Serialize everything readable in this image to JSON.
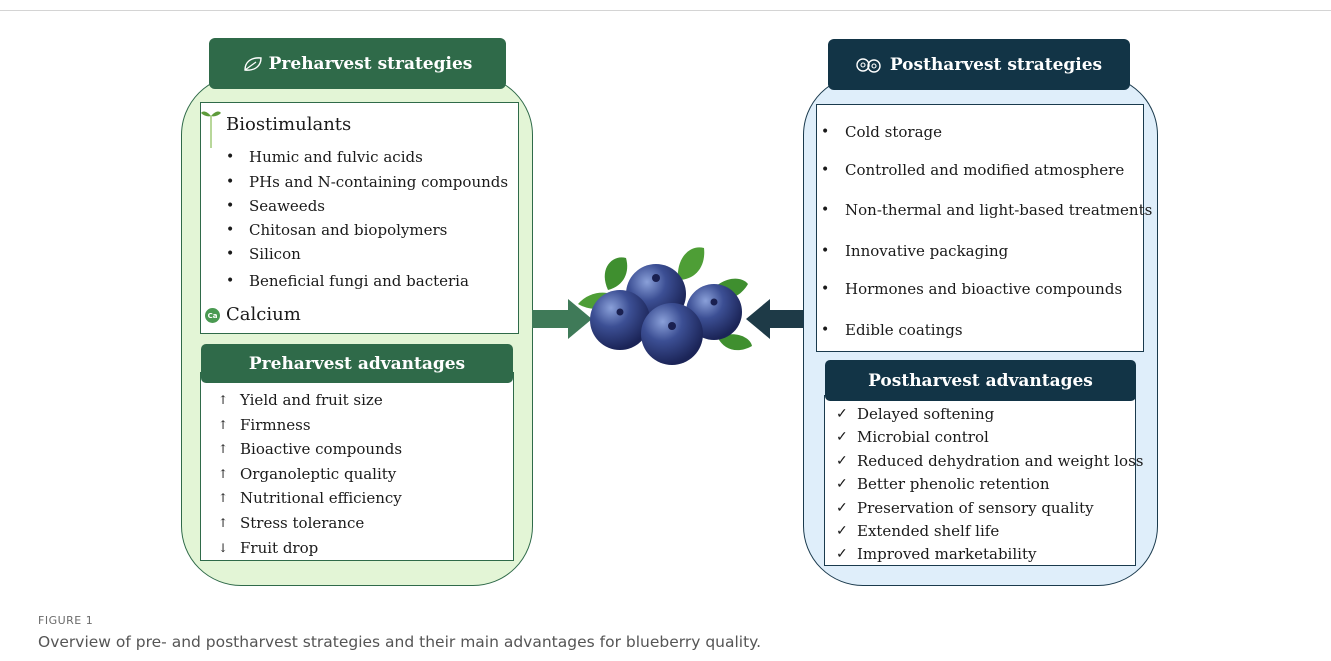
{
  "preharvest": {
    "title": "Preharvest strategies",
    "biostimulants_heading": "Biostimulants",
    "biostimulants": [
      "Humic and fulvic acids",
      "PHs and N-containing compounds",
      "Seaweeds",
      "Chitosan and biopolymers",
      "Silicon",
      "Beneficial fungi and bacteria"
    ],
    "calcium_heading": "Calcium",
    "calcium_icon_text": "Ca",
    "advantages_title": "Preharvest advantages",
    "advantages": [
      {
        "dir": "↑",
        "text": "Yield and fruit size"
      },
      {
        "dir": "↑",
        "text": "Firmness"
      },
      {
        "dir": "↑",
        "text": "Bioactive compounds"
      },
      {
        "dir": "↑",
        "text": "Organoleptic quality"
      },
      {
        "dir": "↑",
        "text": "Nutritional efficiency"
      },
      {
        "dir": "↑",
        "text": "Stress tolerance"
      },
      {
        "dir": "↓",
        "text": "Fruit drop"
      }
    ]
  },
  "postharvest": {
    "title": "Postharvest strategies",
    "strategies": [
      "Cold storage",
      "Controlled and modified atmosphere",
      "Non-thermal and light-based treatments",
      "Innovative packaging",
      "Hormones and bioactive compounds",
      "Edible coatings"
    ],
    "advantages_title": "Postharvest advantages",
    "advantages": [
      "Delayed softening",
      "Microbial control",
      "Reduced dehydration and weight loss",
      "Better phenolic retention",
      "Preservation of sensory quality",
      "Extended shelf life",
      "Improved marketability"
    ]
  },
  "symbols": {
    "bullet": "•",
    "check": "✓"
  },
  "colors": {
    "pre_dark": "#2f6a49",
    "pre_light": "#e3f5d6",
    "post_dark": "#123446",
    "post_light": "#dfeefa",
    "blueberry": "#3b4f8f",
    "leaf": "#3f8f2f"
  },
  "icons": {
    "pre_title_icon": "leaf-icon",
    "post_title_icon": "cells-icon",
    "biostimulant_icon": "sprout-icon",
    "calcium_icon": "calcium-icon",
    "center_image": "blueberry-cluster"
  },
  "figure": {
    "label": "FIGURE 1",
    "caption": "Overview of pre- and postharvest strategies and their main advantages for blueberry quality."
  }
}
